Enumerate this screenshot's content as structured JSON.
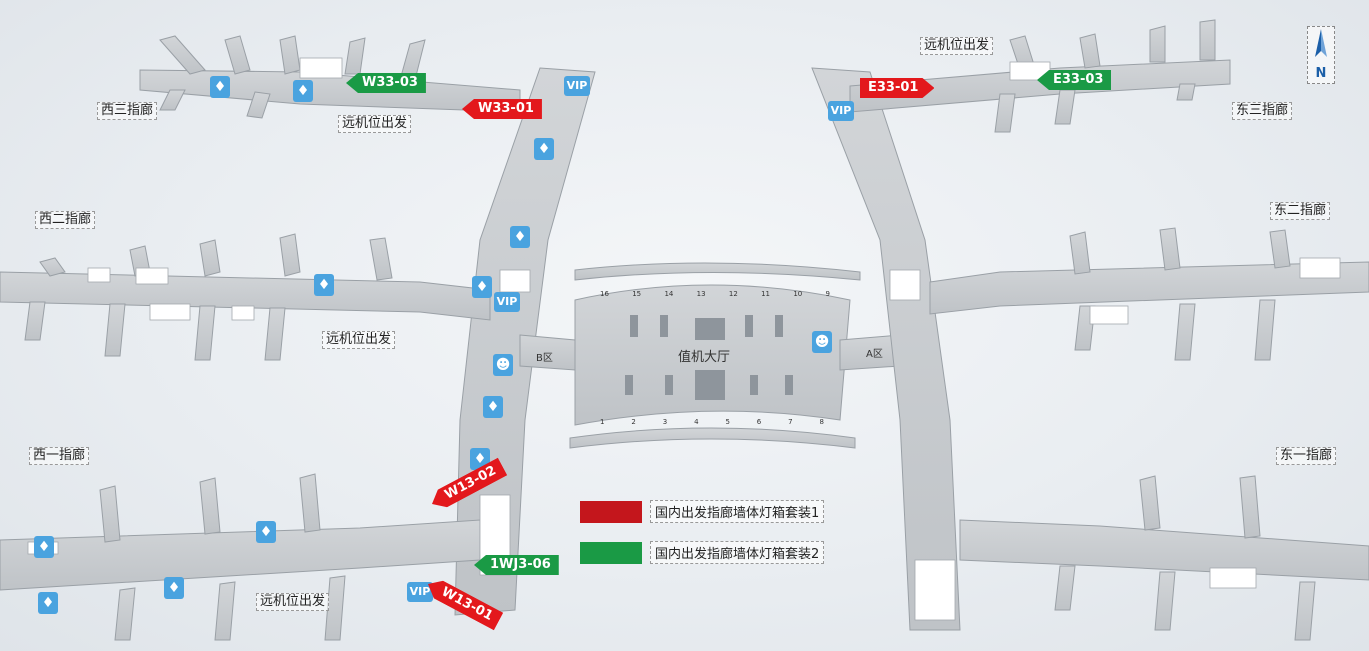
{
  "corridors": {
    "west3": "西三指廊",
    "west2": "西二指廊",
    "west1": "西一指廊",
    "east3": "东三指廊",
    "east2": "东二指廊",
    "east1": "东一指廊"
  },
  "remote_departure": "远机位出发",
  "hall": {
    "name": "值机大厅",
    "zone_b": "B区",
    "zone_a": "A区",
    "counter_numbers_top": [
      "16",
      "15",
      "14",
      "13",
      "12",
      "11",
      "10",
      "9"
    ],
    "counter_numbers_bottom": [
      "1",
      "2",
      "3",
      "4",
      "5",
      "6",
      "7",
      "8"
    ]
  },
  "vip_label": "VIP",
  "compass": "N",
  "tags": {
    "w33_03": "W33-03",
    "w33_01": "W33-01",
    "e33_01": "E33-01",
    "e33_03": "E33-03",
    "w13_02": "W13-02",
    "w13_01": "W13-01",
    "wj3_06": "1WJ3-06"
  },
  "legend": [
    {
      "label": "国内出发指廊墙体灯箱套装1",
      "color": "#c4161c"
    },
    {
      "label": "国内出发指廊墙体灯箱套装2",
      "color": "#1a9a45"
    }
  ],
  "colors": {
    "red": "#e3181c",
    "green": "#1a9a45",
    "icon": "#4aa3df"
  }
}
